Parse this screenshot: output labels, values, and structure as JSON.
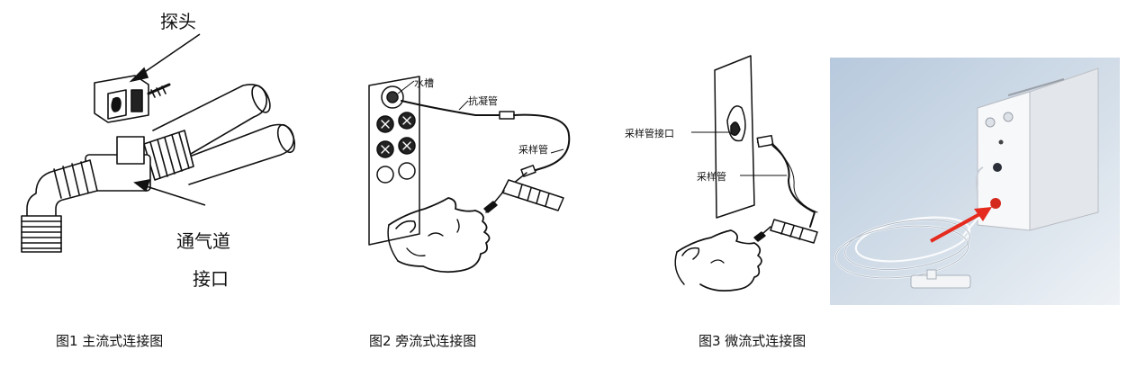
{
  "figure1": {
    "caption": "图1 主流式连接图",
    "labels": {
      "probe": "探头",
      "airway_line1": "通气道",
      "airway_line2": "接口"
    }
  },
  "figure2": {
    "caption": "图2 旁流式连接图",
    "labels": {
      "water_trap": "水槽",
      "anticoag_tube": "抗凝管",
      "sampling_tube": "采样管"
    }
  },
  "figure3": {
    "caption": "图3 微流式连接图",
    "labels": {
      "sampling_port": "采样管接口",
      "sampling_tube": "采样管"
    }
  },
  "colors": {
    "ink": "#111111",
    "photo_bg": "#c9d7e6",
    "arrow": "#e52a1e",
    "device": "#eceef2"
  }
}
